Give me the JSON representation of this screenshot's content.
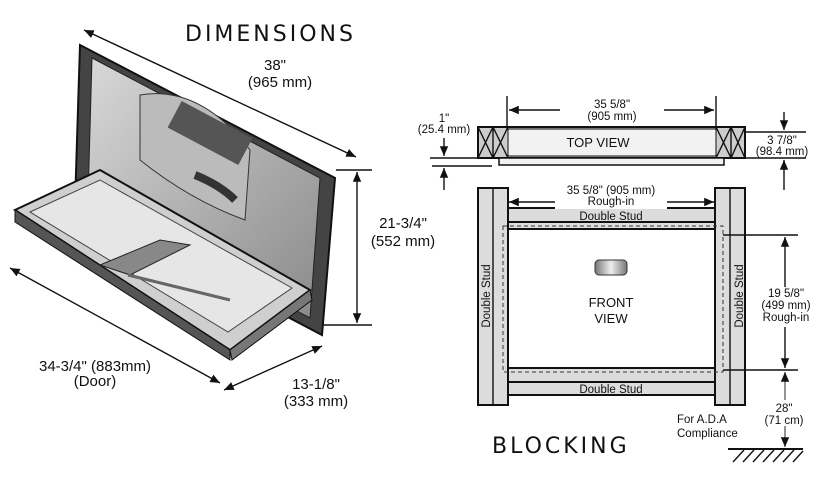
{
  "titles": {
    "dimensions": "DIMENSIONS",
    "blocking": "BLOCKING"
  },
  "product_dims": {
    "width_in": "38\"",
    "width_mm": "(965 mm)",
    "height_in": "21-3/4\"",
    "height_mm": "(552 mm)",
    "door": "34-3/4\" (883mm)",
    "door_label": "(Door)",
    "depth_in": "13-1/8\"",
    "depth_mm": "(333 mm)"
  },
  "top_view": {
    "label": "TOP  VIEW",
    "width_in": "35 5/8\"",
    "width_mm": "(905 mm)",
    "offset_in": "1\"",
    "offset_mm": "(25.4 mm)",
    "depth_in": "3 7/8\"",
    "depth_mm": "(98.4 mm)"
  },
  "front_view": {
    "label_1": "FRONT",
    "label_2": "VIEW",
    "width": "35 5/8\" (905 mm)",
    "width_note": "Rough-in",
    "stud": "Double Stud",
    "height_in": "19 5/8\"",
    "height_mm": "(499 mm)",
    "height_note": "Rough-in",
    "floor_in": "28\"",
    "floor_cm": "(71 cm)",
    "ada_1": "For A.D.A",
    "ada_2": "Compliance"
  }
}
